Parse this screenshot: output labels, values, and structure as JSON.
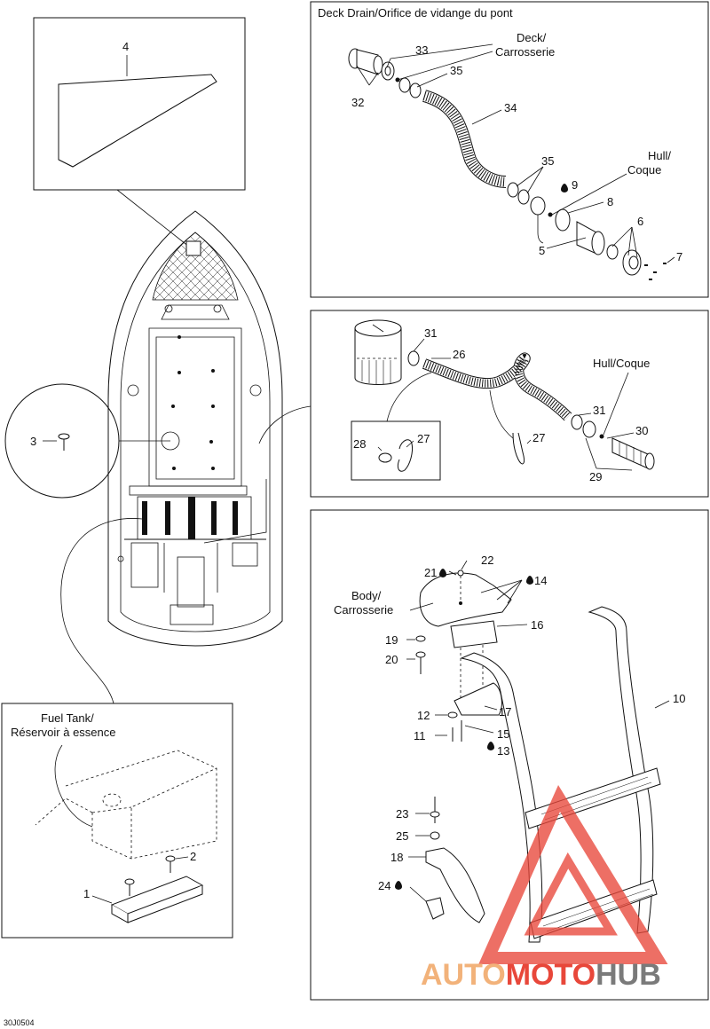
{
  "panels": {
    "deck_drain": {
      "title": "Deck Drain/Orifice de vidange du pont",
      "deck_label": "Deck/",
      "deck_label2": "Carrosserie",
      "hull_label": "Hull/",
      "hull_label2": "Coque"
    },
    "bilge": {
      "hull_label": "Hull/Coque"
    },
    "ladder": {
      "body_label": "Body/",
      "body_label2": "Carrosserie"
    },
    "fuel_tank": {
      "label": "Fuel Tank/",
      "label2": "Réservoir à essence"
    }
  },
  "part_numbers": {
    "p1": "1",
    "p2": "2",
    "p3": "3",
    "p4": "4",
    "p5": "5",
    "p6": "6",
    "p7": "7",
    "p8": "8",
    "p9": "9",
    "p10": "10",
    "p11": "11",
    "p12": "12",
    "p13": "13",
    "p14": "14",
    "p15": "15",
    "p16": "16",
    "p17": "17",
    "p18": "18",
    "p19": "19",
    "p20": "20",
    "p21": "21",
    "p22": "22",
    "p23": "23",
    "p24": "24",
    "p25": "25",
    "p26": "26",
    "p27a": "27",
    "p27b": "27",
    "p28": "28",
    "p29": "29",
    "p30": "30",
    "p31a": "31",
    "p31b": "31",
    "p32": "32",
    "p33": "33",
    "p34": "34",
    "p35a": "35",
    "p35b": "35"
  },
  "watermark": {
    "part1": "AUTO",
    "part2": "MOTO",
    "part3": "HUB",
    "color1": "#f2b27a",
    "color2": "#e8473a",
    "color3": "#7a7a7a"
  },
  "figure_code": "30J0504"
}
